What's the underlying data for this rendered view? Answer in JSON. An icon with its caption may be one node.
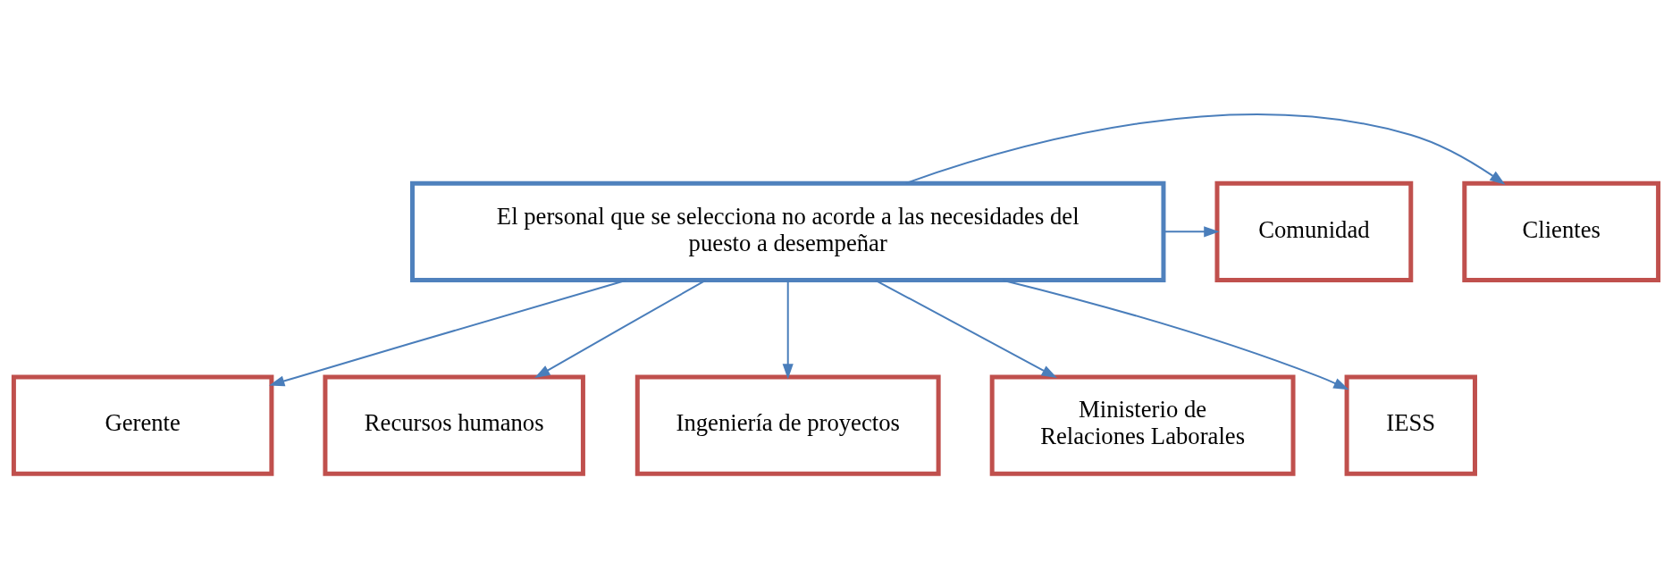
{
  "diagram": {
    "nodes": [
      {
        "text": [
          "El personal que se selecciona no acorde a las necesidades del puesto a desempeñar"
        ]
      },
      {
        "text": [
          "Clientes"
        ]
      },
      {
        "text": [
          "Comunidad"
        ]
      },
      {
        "text": [
          "Gerente"
        ]
      },
      {
        "text": [
          "Recursos humanos"
        ]
      },
      {
        "text": [
          "Ingeniería de proyectos"
        ]
      },
      {
        "text": [
          "Ministerio de Relaciones Laborales"
        ]
      },
      {
        "text": [
          "IESS"
        ]
      }
    ],
    "edges": [
      {
        "from": 0,
        "to": 1,
        "arrow": "to"
      },
      {
        "from": 0,
        "to": 2,
        "arrow": "to"
      },
      {
        "from": 0,
        "to": 3,
        "arrow": "to"
      },
      {
        "from": 0,
        "to": 4,
        "arrow": "to"
      },
      {
        "from": 0,
        "to": 5,
        "arrow": "to"
      },
      {
        "from": 0,
        "to": 6,
        "arrow": "to"
      },
      {
        "from": 0,
        "to": 7,
        "arrow": "to"
      }
    ]
  }
}
